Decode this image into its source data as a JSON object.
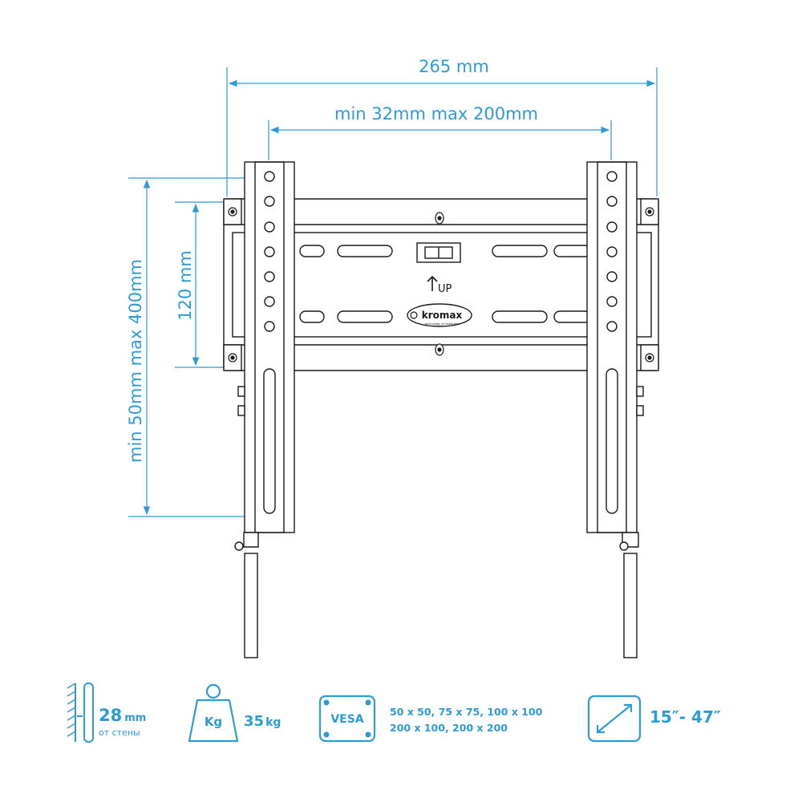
{
  "dimensions": {
    "overall_width": "265 mm",
    "arm_spacing": "min 32mm max 200mm",
    "plate_height": "120 mm",
    "arm_height": "min 50mm max 400mm"
  },
  "plate": {
    "up_label": "UP",
    "brand_logo": "kromax",
    "brand_tagline": "technology of installation"
  },
  "specs": {
    "wall_distance_value": "28",
    "wall_distance_unit": "mm",
    "wall_distance_note": "от стены",
    "weight_icon_label": "Kg",
    "weight_value": "35",
    "weight_unit": "kg",
    "vesa_icon_label": "VESA",
    "vesa_line1": "50 x 50, 75 x 75, 100 x 100",
    "vesa_line2": "200 x 100, 200 x 200",
    "screen_size": "15″- 47″"
  },
  "icons": [
    "wall-distance-icon",
    "weight-icon",
    "vesa-icon",
    "screen-diagonal-icon",
    "up-arrow-icon"
  ],
  "colors": {
    "dimension_blue": "#2c9bd6",
    "line_black": "#1a1a1a"
  }
}
